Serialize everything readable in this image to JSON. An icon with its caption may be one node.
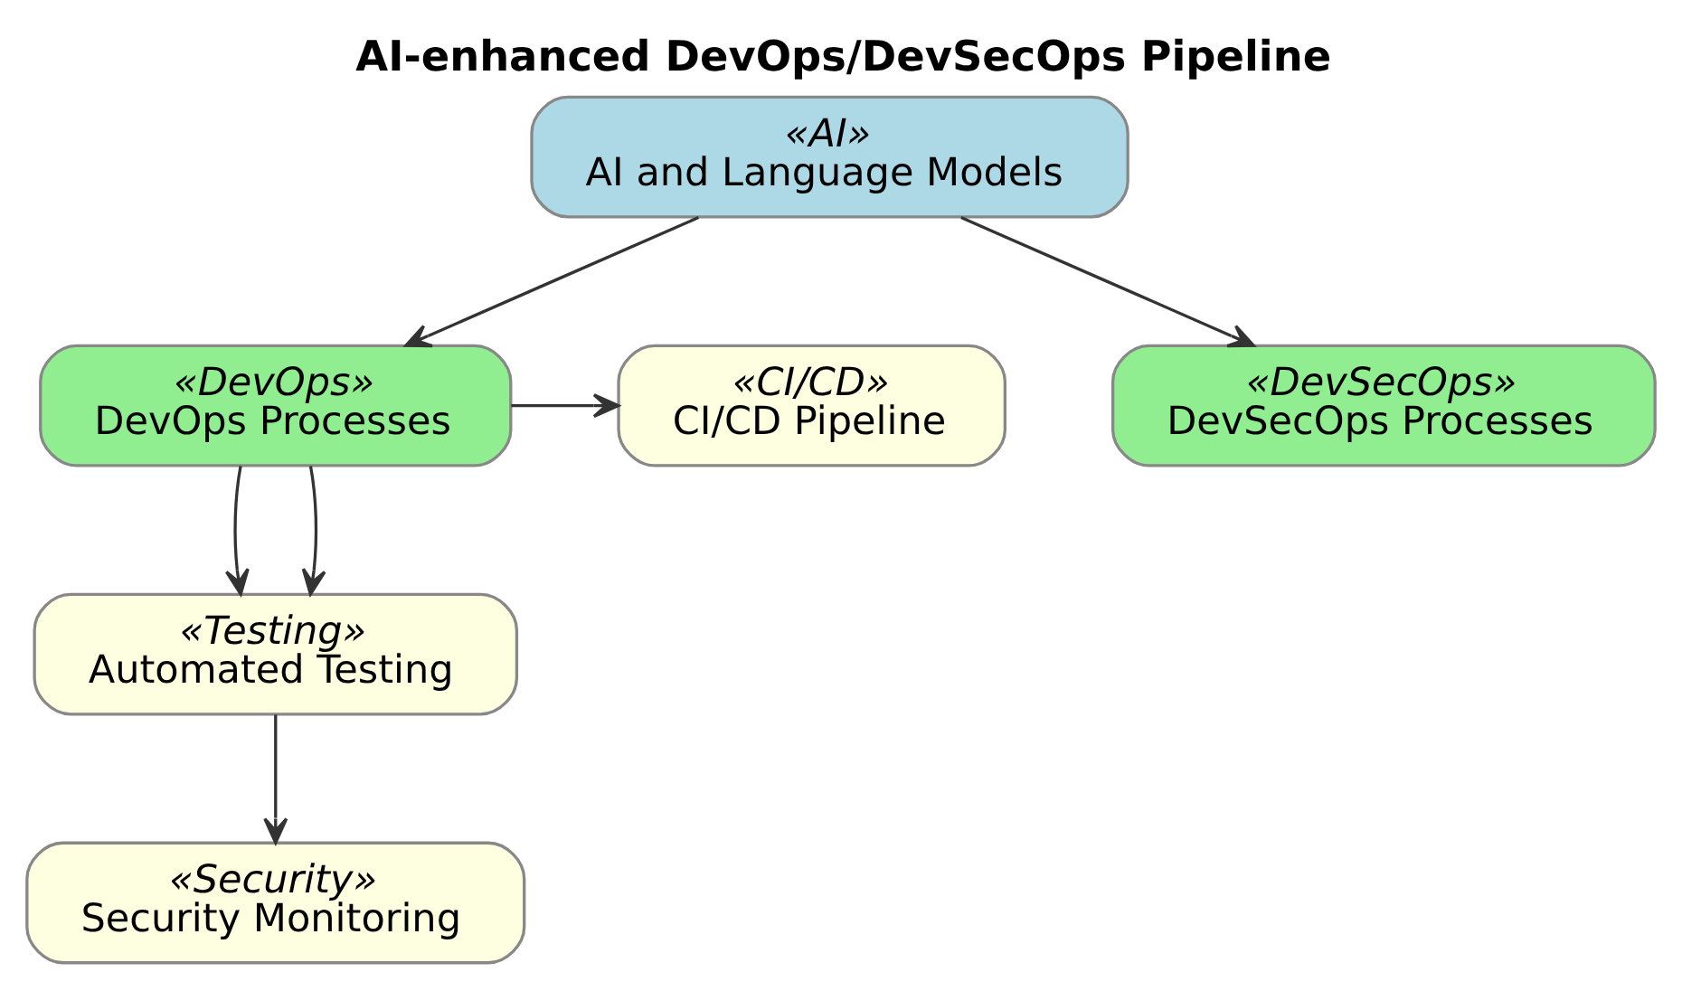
{
  "diagram": {
    "title": "AI-enhanced DevOps/DevSecOps Pipeline",
    "nodes": [
      {
        "text": [
          "«AI»",
          "AI and Language Models"
        ]
      },
      {
        "text": [
          "«DevOps»",
          "DevOps Processes"
        ]
      },
      {
        "text": [
          "«CI/CD»",
          "CI/CD Pipeline"
        ]
      },
      {
        "text": [
          "«DevSecOps»",
          "DevSecOps Processes"
        ]
      },
      {
        "text": [
          "«Testing»",
          "Automated Testing"
        ]
      },
      {
        "text": [
          "«Security»",
          "Security Monitoring"
        ]
      }
    ],
    "edges": [
      {
        "from": 0,
        "to": 1,
        "arrow": "to"
      },
      {
        "from": 0,
        "to": 3,
        "arrow": "to"
      },
      {
        "from": 1,
        "to": 2,
        "arrow": "to"
      },
      {
        "from": 1,
        "to": 4,
        "arrow": "to"
      },
      {
        "from": 1,
        "to": 4,
        "arrow": "to"
      },
      {
        "from": 4,
        "to": 5,
        "arrow": "to"
      }
    ]
  }
}
